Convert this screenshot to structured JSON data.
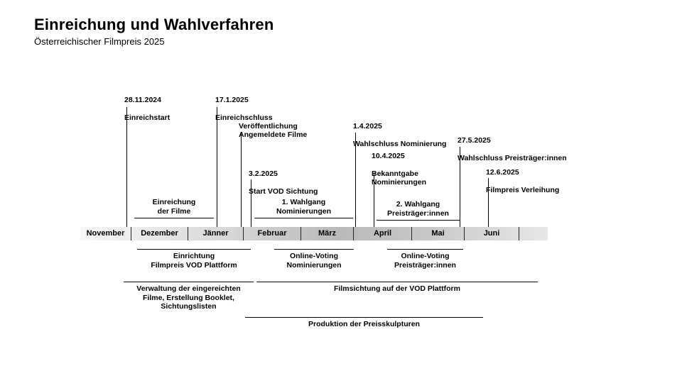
{
  "title": "Einreichung und Wahlverfahren",
  "subtitle": "Österreichischer Filmpreis 2025",
  "timeline": {
    "months": [
      "November",
      "Dezember",
      "Jänner",
      "Februar",
      "März",
      "April",
      "Mai",
      "Juni"
    ]
  },
  "milestones": [
    {
      "date": "28.11.2024",
      "label": "Einreichstart"
    },
    {
      "date": "17.1.2025",
      "label": "Einreichschluss"
    },
    {
      "date": "",
      "label": "Veröffentlichung\nAngemeldete Filme"
    },
    {
      "date": "3.2.2025",
      "label": "Start VOD Sichtung"
    },
    {
      "date": "1.4.2025",
      "label": "Wahlschluss Nominierung"
    },
    {
      "date": "10.4.2025",
      "label": "Bekanntgabe\nNominierungen"
    },
    {
      "date": "27.5.2025",
      "label": "Wahlschluss Preisträger:innen"
    },
    {
      "date": "12.6.2025",
      "label": "Filmpreis Verleihung"
    }
  ],
  "phases_above": [
    {
      "label": "Einreichung\nder Filme"
    },
    {
      "label": "1. Wahlgang\nNominierungen"
    },
    {
      "label": "2. Wahlgang\nPreisträger:innen"
    }
  ],
  "phases_below": [
    {
      "label": "Einrichtung\nFilmpreis VOD Plattform"
    },
    {
      "label": "Online-Voting\nNominierungen"
    },
    {
      "label": "Online-Voting\nPreisträger:innen"
    },
    {
      "label": "Verwaltung der eingereichten\nFilme, Erstellung Booklet,\nSichtungslisten"
    },
    {
      "label": "Filmsichtung auf der VOD Plattform"
    },
    {
      "label": "Produktion der Preisskulpturen"
    }
  ]
}
